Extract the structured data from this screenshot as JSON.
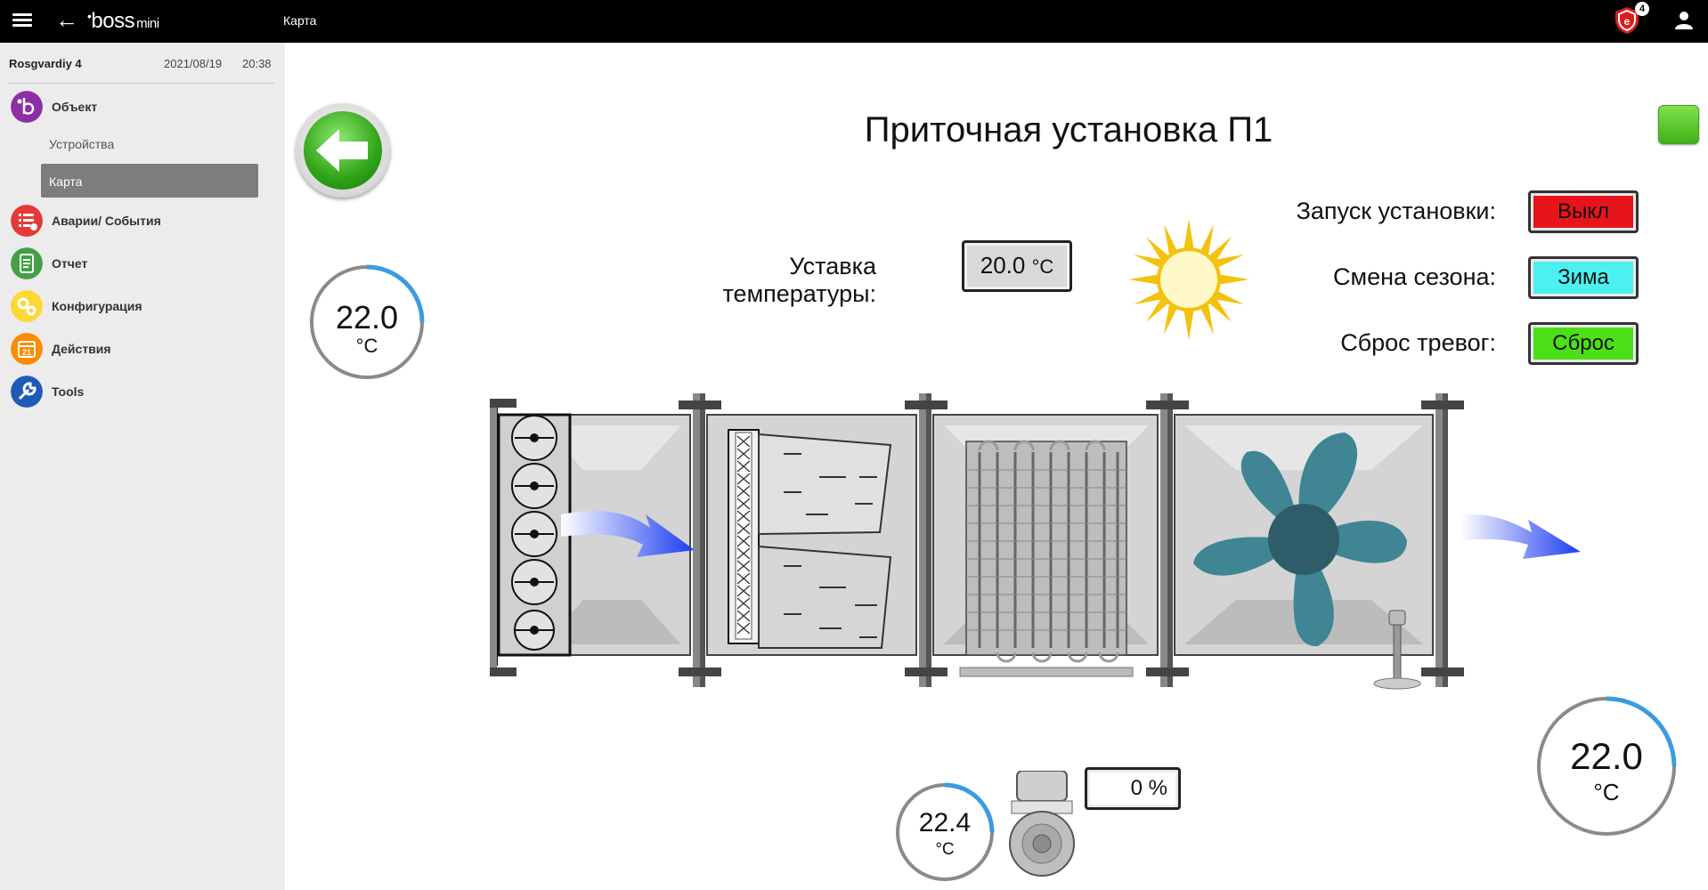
{
  "topbar": {
    "logo": "boss",
    "logo_suffix": "mini",
    "title": "Карта",
    "alarm_count": "4"
  },
  "sidebar": {
    "site": "Rosgvardiy 4",
    "date": "2021/08/19",
    "time": "20:38",
    "items": [
      {
        "label": "Объект",
        "color": "#8e2ea6",
        "icon": "boss-b-icon"
      },
      {
        "label": "Устройства",
        "sub": true
      },
      {
        "label": "Карта",
        "sub": true,
        "active": true
      },
      {
        "label": "Аварии/ События",
        "color": "#e53935",
        "icon": "alarm-list-icon"
      },
      {
        "label": "Отчет",
        "color": "#43a047",
        "icon": "report-icon"
      },
      {
        "label": "Конфигурация",
        "color": "#fdd835",
        "icon": "gears-icon"
      },
      {
        "label": "Действия",
        "color": "#fb8c00",
        "icon": "calendar-icon"
      },
      {
        "label": "Tools",
        "color": "#1e5bb8",
        "icon": "wrench-icon"
      }
    ]
  },
  "main": {
    "title": "Приточная установка П1",
    "setpoint_label": "Уставка температуры:",
    "setpoint_value": "20.0",
    "setpoint_unit": "°C",
    "start_label": "Запуск установки:",
    "start_value": "Выкл",
    "start_color": "#e8141c",
    "season_label": "Смена сезона:",
    "season_value": "Зима",
    "season_color": "#4cf0f0",
    "reset_label": "Сброс тревог:",
    "reset_value": "Сброс",
    "reset_color": "#4be016",
    "outdoor_temp": "22.0",
    "supply_temp": "22.0",
    "water_temp": "22.4",
    "temp_unit": "°C",
    "valve_percent": "0 %",
    "status_color": "#4fcf2a"
  }
}
